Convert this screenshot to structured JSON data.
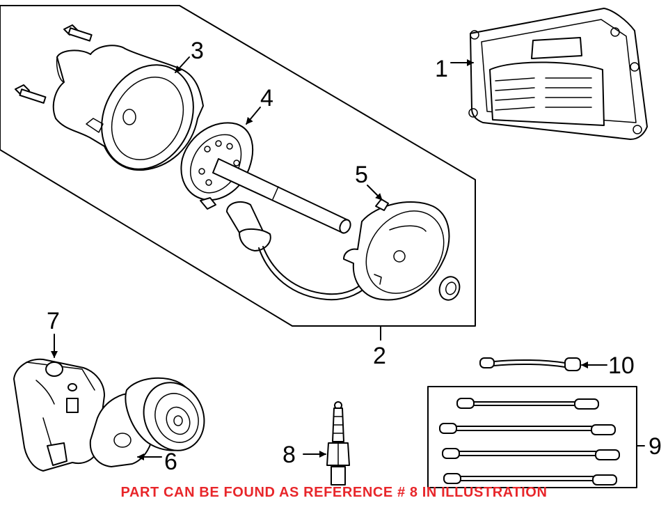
{
  "callouts": {
    "c1": "1",
    "c2": "2",
    "c3": "3",
    "c4": "4",
    "c5": "5",
    "c6": "6",
    "c7": "7",
    "c8": "8",
    "c9": "9",
    "c10": "10"
  },
  "notice": {
    "text": "PART CAN BE FOUND AS REFERENCE # 8 IN ILLUSTRATION",
    "color": "#e8262a"
  },
  "parts": [
    {
      "ref": "1",
      "icon": "control-module-icon"
    },
    {
      "ref": "2",
      "icon": "distributor-assembly-icon"
    },
    {
      "ref": "3",
      "icon": "distributor-cap-icon"
    },
    {
      "ref": "4",
      "icon": "rotor-shaft-icon"
    },
    {
      "ref": "5",
      "icon": "pickup-coil-icon"
    },
    {
      "ref": "6",
      "icon": "belt-tensioner-icon"
    },
    {
      "ref": "7",
      "icon": "ignition-coil-icon"
    },
    {
      "ref": "8",
      "icon": "spark-plug-icon"
    },
    {
      "ref": "9",
      "icon": "spark-plug-wire-set-icon"
    },
    {
      "ref": "10",
      "icon": "spark-plug-wire-icon"
    }
  ]
}
